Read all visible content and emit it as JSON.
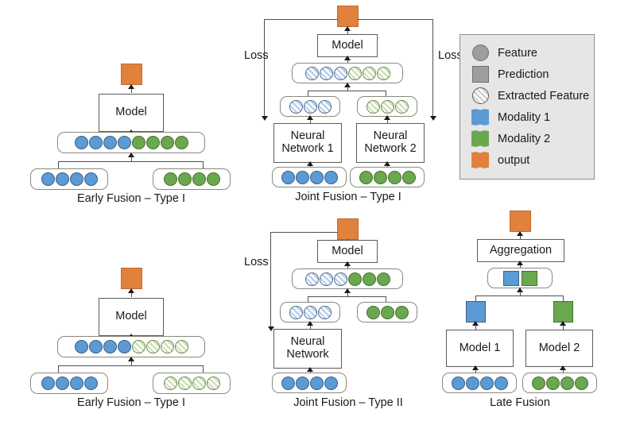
{
  "figure": {
    "title": "Multimodal fusion strategies diagram",
    "colors": {
      "modality1_blue": "#5b9bd5",
      "modality2_green": "#6aa84f",
      "output_orange": "#e0813c",
      "feature_grey": "#9e9e9e",
      "legend_background": "#e6e6e6",
      "line": "#4f4f4f"
    }
  },
  "legend": {
    "name": "legend-box",
    "items": [
      {
        "key": "grey-circle",
        "label": "Feature"
      },
      {
        "key": "grey-square",
        "label": "Prediction"
      },
      {
        "key": "hatched-circle",
        "label": "Extracted Feature"
      },
      {
        "key": "blue-wavy-square",
        "label": "Modality 1"
      },
      {
        "key": "green-wavy-square",
        "label": "Modality 2"
      },
      {
        "key": "orange-wavy-square",
        "label": "output"
      }
    ]
  },
  "panels": {
    "early_fusion_top": {
      "caption": "Early Fusion – Type I",
      "model_label": "Model",
      "output_label": "output",
      "fused_row": {
        "blue_count": 4,
        "green_count": 4,
        "kinds": [
          "blue",
          "blue",
          "blue",
          "blue",
          "green",
          "green",
          "green",
          "green"
        ]
      },
      "input_left": {
        "count": 4,
        "kind": "blue"
      },
      "input_right": {
        "count": 4,
        "kind": "green"
      }
    },
    "early_fusion_bottom": {
      "caption": "Early Fusion – Type I",
      "model_label": "Model",
      "output_label": "output",
      "fused_row": {
        "blue_count": 4,
        "green_count": 4,
        "kinds": [
          "blue",
          "blue",
          "blue",
          "blue",
          "hgreen",
          "hgreen",
          "hgreen",
          "hgreen"
        ]
      },
      "input_left": {
        "count": 4,
        "kind": "blue"
      },
      "input_right": {
        "count": 4,
        "kind": "hgreen"
      }
    },
    "joint_fusion_type1": {
      "caption": "Joint Fusion – Type I",
      "model_label": "Model",
      "output_label": "output",
      "loss_label_left": "Loss",
      "loss_label_right": "Loss",
      "network_left_line1": "Neural",
      "network_left_line2": "Network 1",
      "network_right_line1": "Neural",
      "network_right_line2": "Network 2",
      "fused_row": {
        "kinds": [
          "hblue",
          "hblue",
          "hblue",
          "hgreen",
          "hgreen",
          "hgreen"
        ]
      },
      "extracted_left": {
        "count": 3,
        "kind": "hblue"
      },
      "extracted_right": {
        "count": 3,
        "kind": "hgreen"
      },
      "input_left": {
        "count": 4,
        "kind": "blue"
      },
      "input_right": {
        "count": 4,
        "kind": "green"
      }
    },
    "joint_fusion_type2": {
      "caption": "Joint Fusion – Type II",
      "model_label": "Model",
      "output_label": "output",
      "loss_label": "Loss",
      "network_line1": "Neural",
      "network_line2": "Network",
      "fused_row": {
        "kinds": [
          "hblue",
          "hblue",
          "hblue",
          "green",
          "green",
          "green"
        ]
      },
      "extracted_left": {
        "count": 3,
        "kind": "hblue"
      },
      "features_right": {
        "count": 3,
        "kind": "green"
      },
      "input_left": {
        "count": 4,
        "kind": "blue"
      }
    },
    "late_fusion": {
      "caption": "Late Fusion",
      "aggregation_label": "Aggregation",
      "output_label": "output",
      "model_left_label": "Model 1",
      "model_right_label": "Model 2",
      "prediction_left": "blue-square",
      "prediction_right": "green-square",
      "input_left": {
        "count": 4,
        "kind": "blue"
      },
      "input_right": {
        "count": 4,
        "kind": "green"
      }
    }
  }
}
